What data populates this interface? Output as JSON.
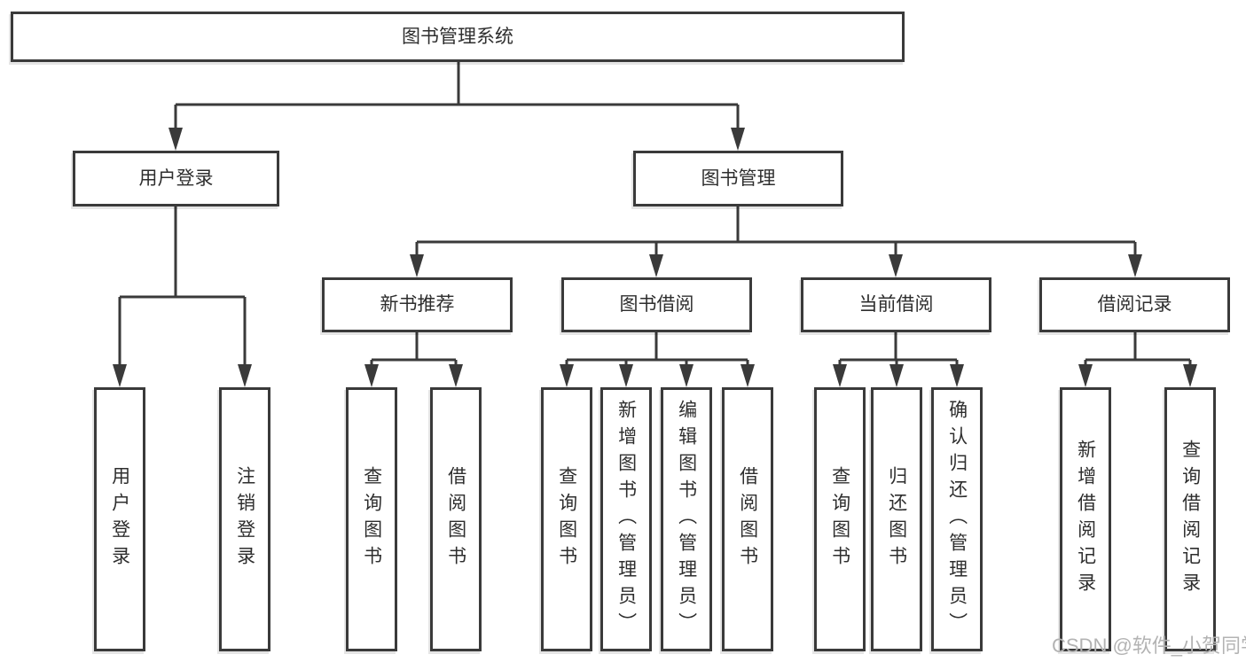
{
  "diagram": {
    "root": {
      "label": "图书管理系统",
      "children": [
        {
          "label": "用户登录",
          "children": [
            {
              "label": "用户登录"
            },
            {
              "label": "注销登录"
            }
          ]
        },
        {
          "label": "图书管理",
          "children": [
            {
              "label": "新书推荐",
              "children": [
                {
                  "label": "查询图书"
                },
                {
                  "label": "借阅图书"
                }
              ]
            },
            {
              "label": "图书借阅",
              "children": [
                {
                  "label": "查询图书"
                },
                {
                  "label": "新增图书（管理员）"
                },
                {
                  "label": "编辑图书（管理员）"
                },
                {
                  "label": "借阅图书"
                }
              ]
            },
            {
              "label": "当前借阅",
              "children": [
                {
                  "label": "查询图书"
                },
                {
                  "label": "归还图书"
                },
                {
                  "label": "确认归还（管理员）"
                }
              ]
            },
            {
              "label": "借阅记录",
              "children": [
                {
                  "label": "新增借阅记录"
                },
                {
                  "label": "查询借阅记录"
                }
              ]
            }
          ]
        }
      ]
    }
  },
  "watermark": {
    "text": "CSDN @软件_小贺同学"
  },
  "colors": {
    "line": "#3a3a3a",
    "box_border": "#3a3a3a",
    "text": "#2e2e2e",
    "watermark_text": "#b3b3b3",
    "background": "#ffffff"
  }
}
